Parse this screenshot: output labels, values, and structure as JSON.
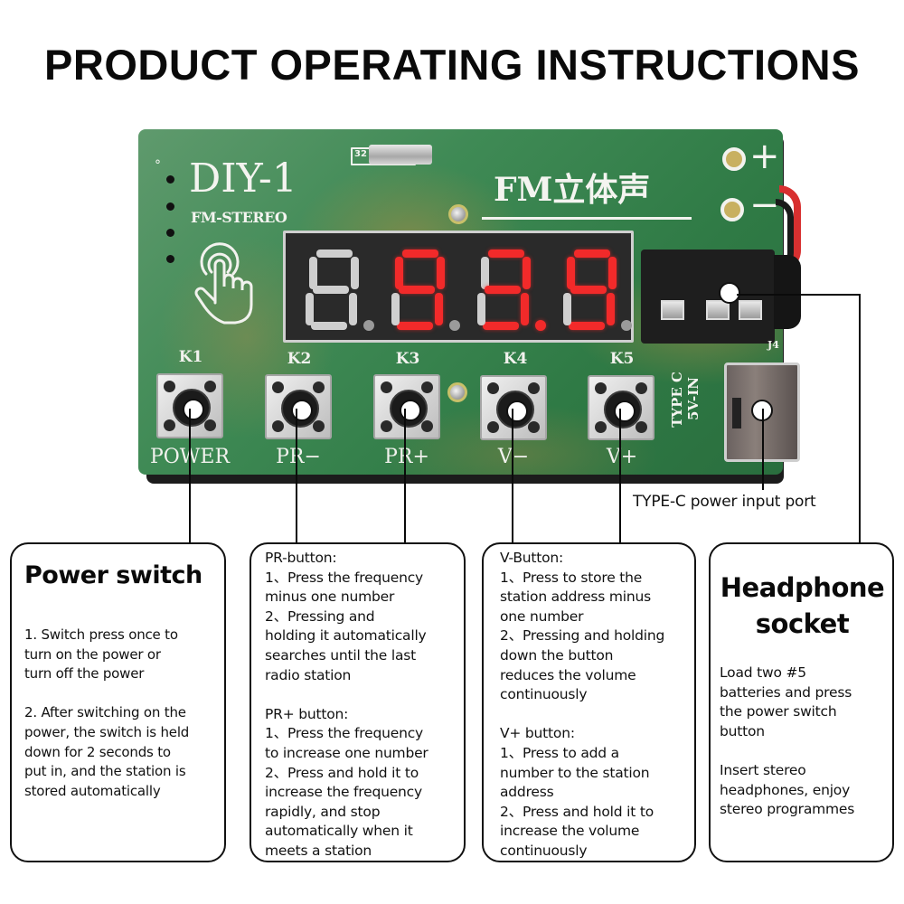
{
  "title": "PRODUCT OPERATING INSTRUCTIONS",
  "board": {
    "model": "DIY-1",
    "subtitle": "FM-STEREO",
    "chinese_label": "FM立体声",
    "crystal_label": "32",
    "power_terminals": [
      "+",
      "−"
    ],
    "jack_label": "J4",
    "typec_label_line1": "TYPE C",
    "typec_label_line2": "5V-IN",
    "display": {
      "reading": "93.9",
      "digits": [
        "8",
        "9",
        "3",
        "9"
      ],
      "lit": [
        false,
        true,
        true,
        true
      ],
      "decimal_point_lit": [
        false,
        false,
        true,
        false
      ],
      "lit_color": "#f22a2a"
    },
    "buttons": [
      {
        "key": "K1",
        "function": "POWER"
      },
      {
        "key": "K2",
        "function": "PR−"
      },
      {
        "key": "K3",
        "function": "PR+"
      },
      {
        "key": "K4",
        "function": "V−"
      },
      {
        "key": "K5",
        "function": "V+"
      }
    ],
    "icons": [
      "touch-hand-icon"
    ]
  },
  "callouts": {
    "typec_caption": "TYPE-C power input port"
  },
  "boxes": {
    "power": {
      "heading": "Power switch",
      "lines_a": [
        "1. Switch press once to",
        "turn on the power or",
        "turn off the power"
      ],
      "lines_b": [
        "2. After switching on the",
        "power, the switch is held",
        "down for 2 seconds to",
        "put in, and the station is",
        "stored automatically"
      ]
    },
    "pr": {
      "lines_a": [
        "PR-button:",
        "1、Press the frequency",
        "minus one number",
        "2、Pressing and",
        "holding it automatically",
        "searches until the last",
        "radio station"
      ],
      "lines_b": [
        "PR+ button:",
        "1、Press the frequency",
        "to increase one number",
        "2、Press and hold it to",
        "increase the frequency",
        "rapidly, and stop",
        "automatically when it",
        "meets a station"
      ]
    },
    "v": {
      "lines_a": [
        "V-Button:",
        "1、Press to store the",
        "station address minus",
        "one number",
        "2、Pressing and holding",
        "down the button",
        "reduces the volume",
        "continuously"
      ],
      "lines_b": [
        "V+ button:",
        "1、Press to add a",
        "number to the station",
        "address",
        "2、Press and hold it to",
        "increase the volume",
        "continuously"
      ]
    },
    "headphone": {
      "heading_line1": "Headphone",
      "heading_line2": "socket",
      "lines_a": [
        "Load two #5",
        "batteries and press",
        "the power switch",
        "button"
      ],
      "lines_b": [
        "Insert stereo",
        "headphones, enjoy",
        "stereo programmes"
      ]
    }
  }
}
